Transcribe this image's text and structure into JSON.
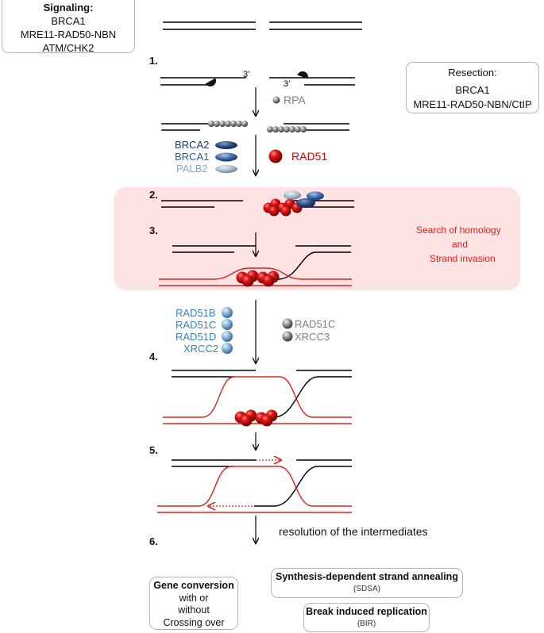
{
  "signaling": {
    "title": "Signaling:",
    "items": [
      "BRCA1",
      "MRE11-RAD50-NBN",
      "ATM/CHK2"
    ]
  },
  "resection": {
    "title": "Resection:",
    "items": [
      "BRCA1",
      "MRE11-RAD50-NBN/CtIP"
    ]
  },
  "steps": [
    "1.",
    "2.",
    "3.",
    "4.",
    "5.",
    "6."
  ],
  "labels": {
    "three_prime_left": "3’",
    "three_prime_right": "3’",
    "rpa": "RPA",
    "brca2": "BRCA2",
    "brca1": "BRCA1",
    "palb2": "PALB2",
    "rad51": "RAD51",
    "search_homology": "Search of homology",
    "and": "and",
    "strand_invasion": "Strand invasion",
    "rad51b": "RAD51B",
    "rad51c_left": "RAD51C",
    "rad51d": "RAD51D",
    "xrcc2": "XRCC2",
    "rad51c_right": "RAD51C",
    "xrcc3": "XRCC3",
    "resolution": "resolution of the intermediates"
  },
  "outcomes": {
    "gene_conversion": [
      "Gene conversion",
      "with or",
      "without",
      "Crossing over"
    ],
    "sdsa": {
      "title": "Synthesis-dependent strand annealing",
      "abbr": "(SDSA)"
    },
    "bir": {
      "title": "Break induced replication",
      "abbr": "(BIR)"
    }
  },
  "colors": {
    "dna_black": "#000000",
    "dna_red": "#e0201b",
    "highlight_bg": "#fde3e3",
    "rad51": "#cc0000",
    "brca2": "#1f3d6b",
    "brca1": "#2f5c99",
    "palb2": "#8da4be",
    "paralog_text": "#3b7fbf",
    "cx3_text": "#7f7f7f",
    "search_text": "#e0201b"
  },
  "icons": [
    "exonuclease-icon",
    "rpa-bead-icon",
    "rad51-sphere-icon",
    "brca2-ellipse-icon",
    "brca1-ellipse-icon",
    "palb2-ellipse-icon",
    "rad51-paralog-sphere-icon",
    "arrow-down-icon"
  ]
}
